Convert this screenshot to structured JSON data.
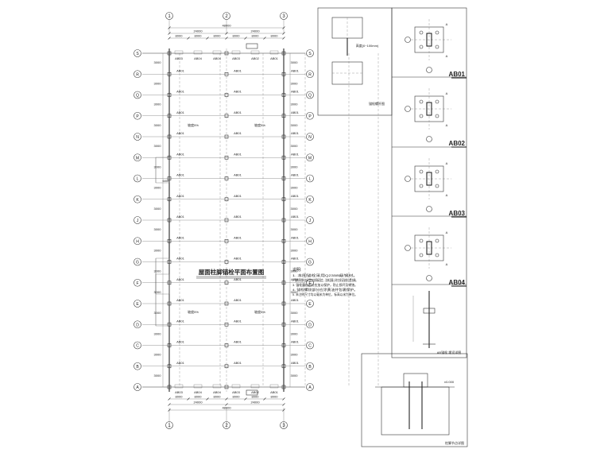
{
  "plan": {
    "title": "屋面柱脚锚栓平面布置图",
    "column_axes": [
      "1",
      "2",
      "3"
    ],
    "row_axes": [
      "S",
      "R",
      "Q",
      "P",
      "N",
      "M",
      "L",
      "K",
      "J",
      "H",
      "G",
      "F",
      "E",
      "D",
      "C",
      "B",
      "A"
    ],
    "total_dim": "48000",
    "bay_dims": [
      "24000",
      "24000"
    ],
    "sub_dims": [
      "8000",
      "8000",
      "8000",
      "8000",
      "8000",
      "8000"
    ],
    "row_spacing": "3000",
    "bay_labels": [
      "AB03",
      "AB04",
      "AB04",
      "AB03",
      "AB02",
      "AB01"
    ],
    "sublabels": [
      "坡度5%",
      "6000"
    ]
  },
  "details": [
    {
      "tag": "AB01"
    },
    {
      "tag": "AB02"
    },
    {
      "tag": "AB03"
    },
    {
      "tag": "AB04"
    }
  ],
  "top_detail": {
    "label": "锚栓螺杆图",
    "note": "高度(0~100mm)"
  },
  "anchor_detail": {
    "label": "AB锚栓 埋设详图"
  },
  "foundation_detail": {
    "label": "柱脚节点详图",
    "elev": "±0.000"
  },
  "notes": {
    "heading": "说明:",
    "lines": [
      "1. 本图锚栓采用Q235B级钢材。",
      "2. 锚栓预埋时应采用定位模板固定，浇筑混凝土时应保证锚栓位置准确。",
      "3. 锚栓露出部分应加以保护，防止损坏及锈蚀。",
      "4. 锚栓螺纹部分应涂黄油并包裹保护。",
      "5. 未注明尺寸均以毫米为单位，标高以米为单位。"
    ]
  }
}
